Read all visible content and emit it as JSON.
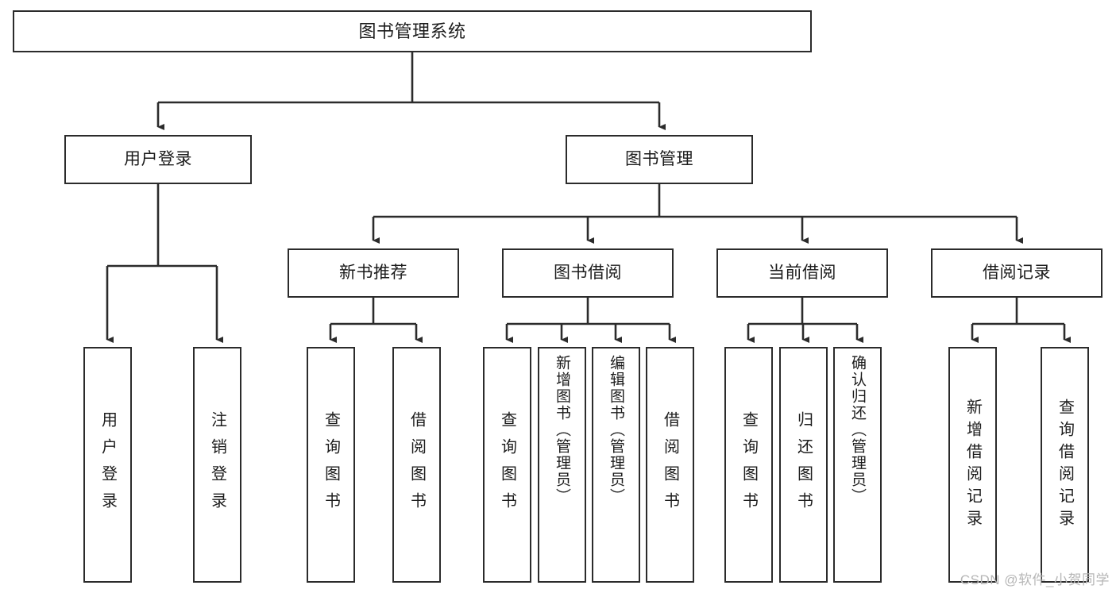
{
  "diagram": {
    "type": "tree-hierarchy",
    "title": "图书管理系统",
    "watermark": "CSDN @软件_小贺同学",
    "colors": {
      "stroke": "#2b2b2b",
      "fill": "#ffffff",
      "text": "#1c1c1c",
      "watermark": "#b6b6b6"
    },
    "nodes": {
      "root": {
        "label": "图书管理系统"
      },
      "level2": [
        {
          "label": "用户登录"
        },
        {
          "label": "图书管理"
        }
      ],
      "level3": [
        {
          "label": "新书推荐"
        },
        {
          "label": "图书借阅"
        },
        {
          "label": "当前借阅"
        },
        {
          "label": "借阅记录"
        }
      ],
      "leaves": {
        "user_login": [
          {
            "label": "用户登录"
          },
          {
            "label": "注销登录"
          }
        ],
        "new_book_recommend": [
          {
            "label": "查询图书"
          },
          {
            "label": "借阅图书"
          }
        ],
        "book_borrow": [
          {
            "label": "查询图书"
          },
          {
            "label": "新增图书（管理员）"
          },
          {
            "label": "编辑图书（管理员）"
          },
          {
            "label": "借阅图书"
          }
        ],
        "current_borrow": [
          {
            "label": "查询图书"
          },
          {
            "label": "归还图书"
          },
          {
            "label": "确认归还（管理员）"
          }
        ],
        "borrow_record": [
          {
            "label": "新增借阅记录"
          },
          {
            "label": "查询借阅记录"
          }
        ]
      }
    }
  }
}
